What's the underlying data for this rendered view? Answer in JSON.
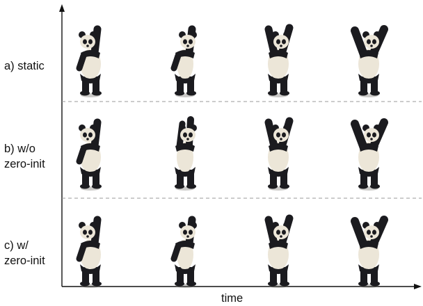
{
  "rows": [
    {
      "label_lines": [
        "a) static"
      ],
      "frames": [
        {
          "pose": "arm-up"
        },
        {
          "pose": "arm-up-turn"
        },
        {
          "pose": "both-up"
        },
        {
          "pose": "both-up-wide"
        }
      ]
    },
    {
      "label_lines": [
        "b) w/o",
        "zero-init"
      ],
      "frames": [
        {
          "pose": "arm-up"
        },
        {
          "pose": "both-up-narrow"
        },
        {
          "pose": "both-up"
        },
        {
          "pose": "both-up-wide"
        }
      ]
    },
    {
      "label_lines": [
        "c) w/",
        "zero-init"
      ],
      "frames": [
        {
          "pose": "arm-up"
        },
        {
          "pose": "arm-up-turn"
        },
        {
          "pose": "both-up"
        },
        {
          "pose": "both-up-wide"
        }
      ]
    }
  ],
  "x_axis_label": "time",
  "colors": {
    "axis": "#111111",
    "separator": "#9a9a9a",
    "fur_black": "#1b1b1f",
    "fur_white": "#ece6d8",
    "shadow": "#6a6660"
  }
}
